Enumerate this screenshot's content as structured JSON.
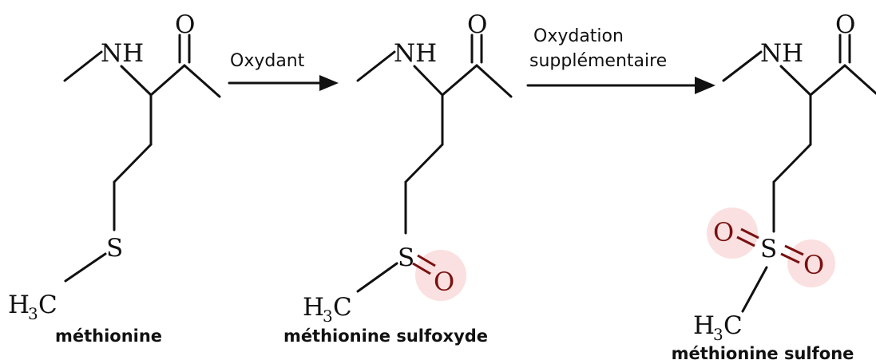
{
  "molecules": [
    {
      "atoms": {
        "nh": "NH",
        "o": "O",
        "s": "S",
        "h": "H",
        "three": "3",
        "c": "C"
      },
      "name": "méthionine"
    },
    {
      "atoms": {
        "nh": "NH",
        "o": "O",
        "s": "S",
        "h": "H",
        "three": "3",
        "c": "C",
        "ox1": "O"
      },
      "name": "méthionine sulfoxyde"
    },
    {
      "atoms": {
        "nh": "NH",
        "o": "O",
        "s": "S",
        "h": "H",
        "three": "3",
        "c": "C",
        "ox1": "O",
        "ox2": "O"
      },
      "name": "méthionine sulfone"
    }
  ],
  "arrows": [
    {
      "lines": [
        "Oxydant"
      ]
    },
    {
      "lines": [
        "Oxydation",
        "supplémentaire"
      ]
    }
  ],
  "colors": {
    "bond": "#111111",
    "oxygen_added": "#7a1010",
    "highlight": "#f5c6c6"
  }
}
